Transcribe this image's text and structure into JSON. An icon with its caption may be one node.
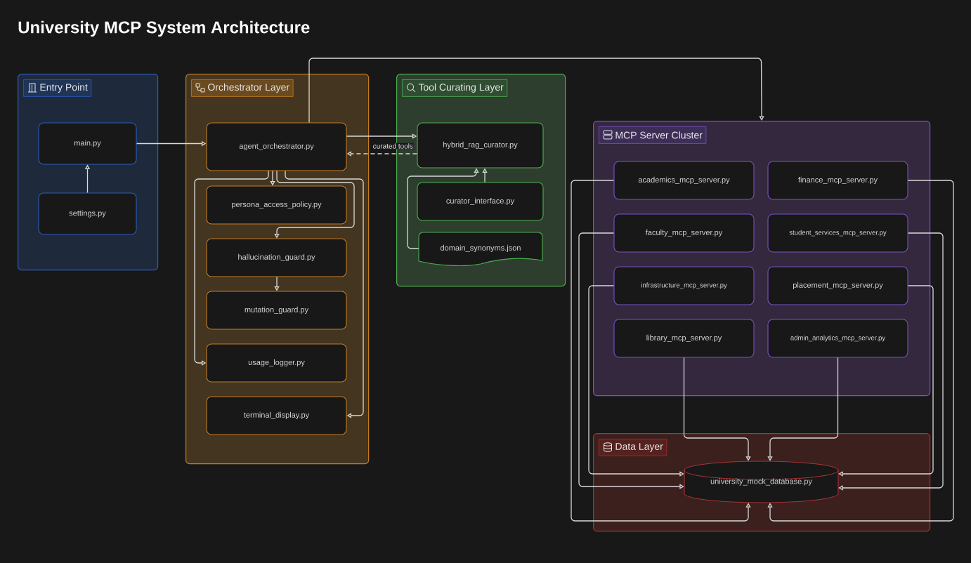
{
  "diagram": {
    "title": "University MCP System Architecture",
    "nodes": [
      {
        "text": [
          "Entry Point"
        ]
      },
      {
        "text": [
          "main.py"
        ],
        "in": 0
      },
      {
        "text": [
          "settings.py"
        ],
        "in": 0
      },
      {
        "text": [
          "Orchestrator Layer"
        ]
      },
      {
        "text": [
          "agent_orchestrator.py"
        ],
        "in": 3
      },
      {
        "text": [
          "persona_access_policy.py"
        ],
        "in": 3
      },
      {
        "text": [
          "hallucination_guard.py"
        ],
        "in": 3
      },
      {
        "text": [
          "mutation_guard.py"
        ],
        "in": 3
      },
      {
        "text": [
          "usage_logger.py"
        ],
        "in": 3
      },
      {
        "text": [
          "terminal_display.py"
        ],
        "in": 3
      },
      {
        "text": [
          "Tool Curating Layer"
        ]
      },
      {
        "text": [
          "hybrid_rag_curator.py"
        ],
        "in": 10
      },
      {
        "text": [
          "curator_interface.py"
        ],
        "in": 10
      },
      {
        "text": [
          "domain_synonyms.json"
        ],
        "in": 10
      },
      {
        "text": [
          "MCP Server Cluster"
        ]
      },
      {
        "text": [
          "academics_mcp_server.py"
        ],
        "in": 14
      },
      {
        "text": [
          "finance_mcp_server.py"
        ],
        "in": 14
      },
      {
        "text": [
          "faculty_mcp_server.py"
        ],
        "in": 14
      },
      {
        "text": [
          "student_services_mcp_server.py"
        ],
        "in": 14
      },
      {
        "text": [
          "infrastructure_mcp_server.py"
        ],
        "in": 14
      },
      {
        "text": [
          "placement_mcp_server.py"
        ],
        "in": 14
      },
      {
        "text": [
          "library_mcp_server.py"
        ],
        "in": 14
      },
      {
        "text": [
          "admin_analytics_mcp_server.py"
        ],
        "in": 14
      },
      {
        "text": [
          "Data Layer"
        ]
      },
      {
        "text": [
          "university_mock_database.py"
        ],
        "in": 23
      }
    ],
    "edges": [
      {
        "from": 2,
        "to": 1,
        "arrow": "to"
      },
      {
        "from": 1,
        "to": 4,
        "arrow": "to"
      },
      {
        "from": 4,
        "to": 11,
        "arrow": "to"
      },
      {
        "from": 11,
        "to": 4,
        "arrow": "to",
        "label": "curated tools",
        "style": "dashed"
      },
      {
        "from": 4,
        "to": 14,
        "arrow": "to"
      },
      {
        "from": 4,
        "to": 5,
        "arrow": "to"
      },
      {
        "from": 4,
        "to": 6,
        "arrow": "to"
      },
      {
        "from": 4,
        "to": 8,
        "arrow": "to"
      },
      {
        "from": 4,
        "to": 9,
        "arrow": "to"
      },
      {
        "from": 6,
        "to": 7,
        "arrow": "to"
      },
      {
        "from": 12,
        "to": 11,
        "arrow": "to"
      },
      {
        "from": 13,
        "to": 11,
        "arrow": "to"
      },
      {
        "from": 15,
        "to": 24,
        "arrow": "to"
      },
      {
        "from": 16,
        "to": 24,
        "arrow": "to"
      },
      {
        "from": 17,
        "to": 24,
        "arrow": "to"
      },
      {
        "from": 18,
        "to": 24,
        "arrow": "to"
      },
      {
        "from": 19,
        "to": 24,
        "arrow": "to"
      },
      {
        "from": 20,
        "to": 24,
        "arrow": "to"
      },
      {
        "from": 21,
        "to": 24,
        "arrow": "to"
      },
      {
        "from": 22,
        "to": 24,
        "arrow": "to"
      }
    ]
  }
}
